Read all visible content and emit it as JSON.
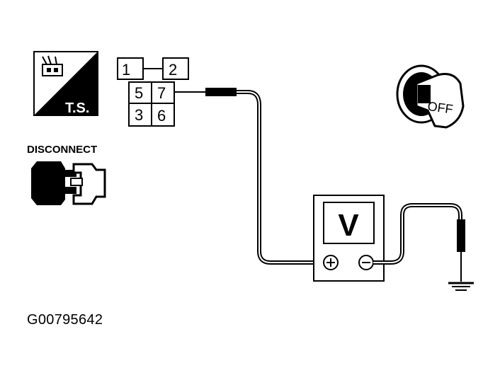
{
  "ts_badge": {
    "label": "T.S."
  },
  "disconnect": {
    "label": "DISCONNECT"
  },
  "connector": {
    "pins": [
      {
        "name": "1",
        "text": "1"
      },
      {
        "name": "2",
        "text": "2"
      },
      {
        "name": "5",
        "text": "5"
      },
      {
        "name": "7",
        "text": "7"
      },
      {
        "name": "3",
        "text": "3"
      },
      {
        "name": "6",
        "text": "6"
      }
    ]
  },
  "ignition": {
    "position": "OFF"
  },
  "meter": {
    "unit": "V",
    "positive": "+",
    "negative": "−"
  },
  "figure_id": "G00795642"
}
